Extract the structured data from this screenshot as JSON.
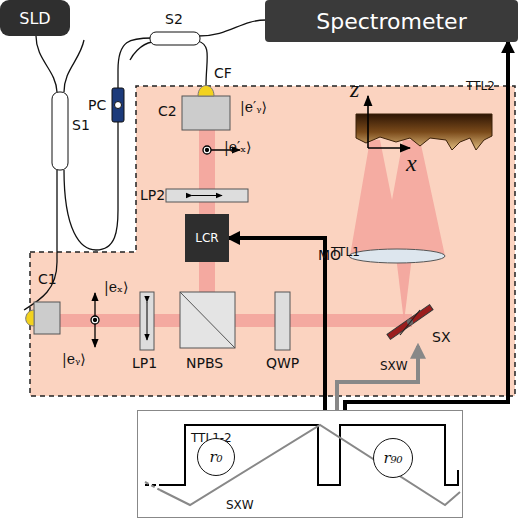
{
  "diagram": {
    "nodes": [
      {
        "text": [
          "SLD"
        ]
      },
      {
        "text": [
          "Spectrometer"
        ]
      },
      {
        "text": [
          "LCR"
        ]
      },
      {
        "text": [
          "TTL1-2",
          "SXW"
        ]
      },
      {
        "text": [
          "r₀"
        ],
        "in": 3
      },
      {
        "text": [
          "r₉₀"
        ],
        "in": 3
      }
    ],
    "edges": [
      {
        "from": 3,
        "to": 2,
        "label": "TTL1",
        "arrow": "to"
      },
      {
        "from": 3,
        "to": 1,
        "label": "TTL2",
        "arrow": "to"
      }
    ],
    "labels": [
      "S2",
      "S1",
      "PC",
      "CF",
      "C2",
      "|e′ᵧ⟩",
      "|e′ₓ⟩",
      "LP2",
      "z",
      "x",
      "MO",
      "C1",
      "|eₓ⟩",
      "|eᵧ⟩",
      "LP1",
      "NPBS",
      "QWP",
      "SX",
      "SXW"
    ]
  }
}
